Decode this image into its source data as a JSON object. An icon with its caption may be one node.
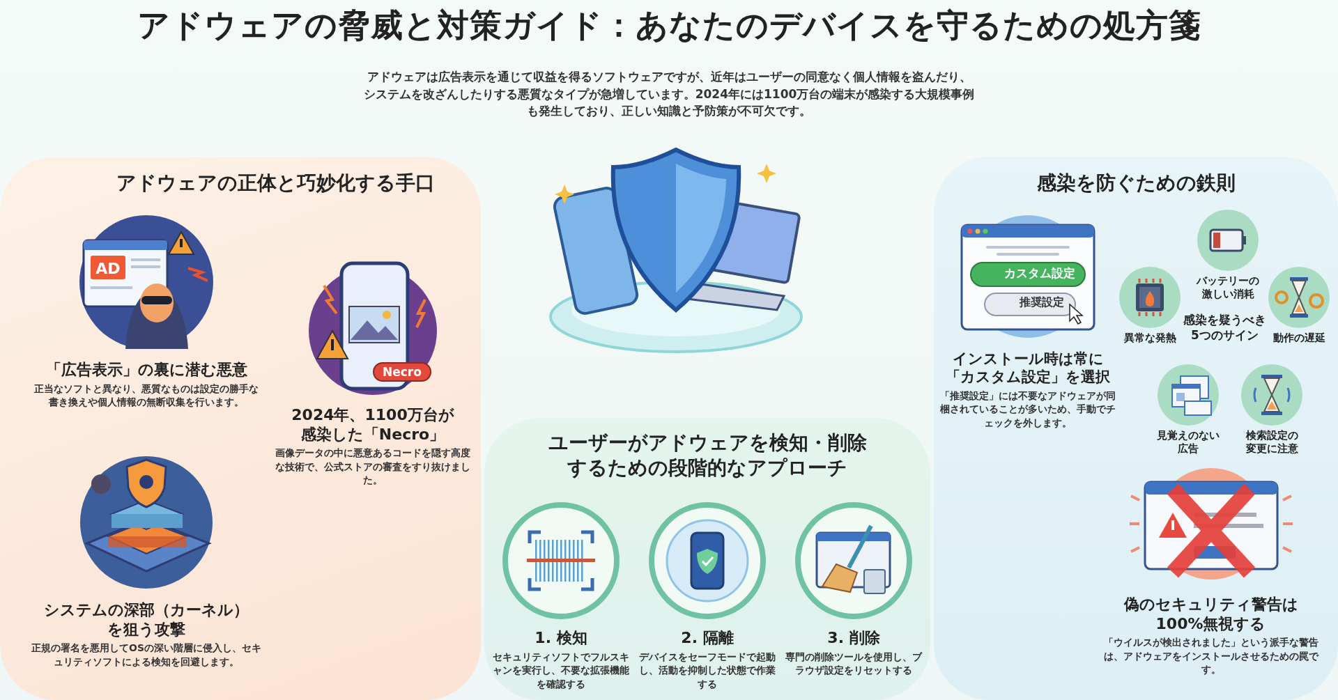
{
  "diagram": {
    "title": "アドウェアの脅威と対策ガイド：あなたのデバイスを守るための処方箋",
    "nodes": [
      {
        "text": [
          "アドウェアの正体と巧妙化する手口"
        ]
      },
      {
        "text": [
          "「広告表示」の裏に潜む悪意",
          "正当なソフトと異なり、悪質なものは設定の勝手な書き換えや個人情報の無断収集を行います。"
        ],
        "in": 0
      },
      {
        "text": [
          "2024年、1100万台が感染した「Necro」",
          "画像データの中に悪意あるコードを隠す高度な技術で、公式ストアの審査をすり抜けました。"
        ],
        "in": 0
      },
      {
        "text": [
          "システムの深部（カーネル）を狙う攻撃",
          "正規の署名を悪用してOSの深い階層に侵入し、セキュリティソフトによる検知を回避します。"
        ],
        "in": 0
      },
      {
        "text": [
          "ユーザーがアドウェアを検知・削除するための段階的なアプローチ"
        ]
      },
      {
        "text": [
          "1. 検知",
          "セキュリティソフトでフルスキャンを実行し、不要な拡張機能を確認する"
        ],
        "in": 4
      },
      {
        "text": [
          "2. 隔離",
          "デバイスをセーフモードで起動し、活動を抑制した状態で作業する"
        ],
        "in": 4
      },
      {
        "text": [
          "3. 削除",
          "専門の削除ツールを使用し、ブラウザ設定をリセットする"
        ],
        "in": 4
      },
      {
        "text": [
          "感染を防ぐための鉄則"
        ]
      },
      {
        "text": [
          "インストール時は常に「カスタム設定」を選択",
          "「推奨設定」には不要なアドウェアが同梱されていることが多いため、手動でチェックを外します。"
        ],
        "in": 8
      },
      {
        "text": [
          "感染を疑うべき5つのサイン"
        ],
        "in": 8
      },
      {
        "text": [
          "バッテリーの激しい消耗"
        ],
        "in": 10
      },
      {
        "text": [
          "異常な発熱"
        ],
        "in": 10
      },
      {
        "text": [
          "動作の遅延"
        ],
        "in": 10
      },
      {
        "text": [
          "見覚えのない広告"
        ],
        "in": 10
      },
      {
        "text": [
          "検索設定の変更に注意"
        ],
        "in": 10
      },
      {
        "text": [
          "偽のセキュリティ警告は100%無視する",
          "「ウイルスが検出されました」という派手な警告は、アドウェアをインストールさせるための罠です。"
        ],
        "in": 8
      }
    ],
    "labels": [
      "アドウェアは広告表示を通じて収益を得るソフトウェアですが、近年はユーザーの同意なく個人情報を盗んだり、システムを改ざんしたりする悪質なタイプが急増しています。2024年には1100万台の端末が感染する大規模事例も発生しており、正しい知識と予防策が不可欠です。",
      "AD",
      "Necro",
      "カスタム設定",
      "推奨設定"
    ]
  }
}
